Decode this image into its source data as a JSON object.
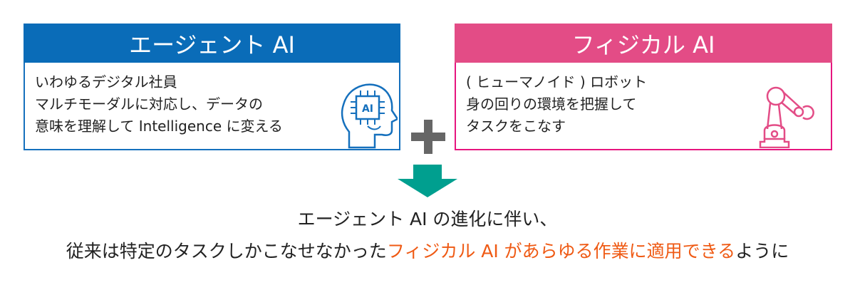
{
  "left_card": {
    "title": "エージェント AI",
    "lines": [
      "いわゆるデジタル社員",
      "マルチモーダルに対応し、データの",
      "意味を理解して Intelligence に変える"
    ],
    "icon": "ai-head-icon",
    "chip_label": "AI"
  },
  "right_card": {
    "title": "フィジカル AI",
    "lines": [
      "( ヒューマノイド ) ロボット",
      "身の回りの環境を把握して",
      "タスクをこなす"
    ],
    "icon": "robot-arm-icon"
  },
  "conclusion": {
    "line1": "エージェント AI の進化に伴い、",
    "line2_pre": "従来は特定のタスクしかこなせなかった",
    "line2_highlight": "フィジカル AI があらゆる作業に適用できる",
    "line2_post": "ように"
  },
  "colors": {
    "blue": "#0a6cb8",
    "pink": "#e34c86",
    "magenta": "#e6157f",
    "teal": "#009f8f",
    "orange": "#ef5a14",
    "plus": "#666666"
  }
}
